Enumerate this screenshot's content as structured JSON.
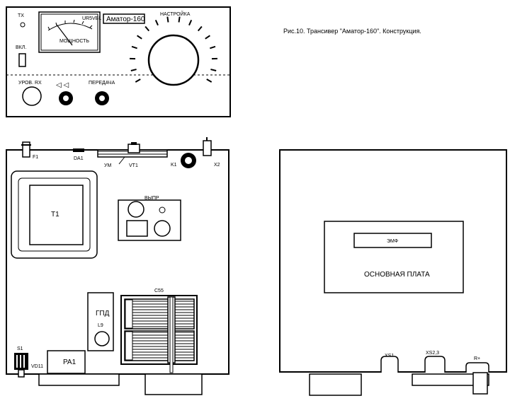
{
  "front_panel": {
    "tx_label": "TX",
    "power_label": "ВКЛ.",
    "meter_label": "МОЩНОСТЬ",
    "meter_unit_label": "UR5VBL",
    "model_badge": "Аматор-160",
    "tuning_label": "НАСТРОЙКА",
    "rx_level_label": "УРОВ. RX",
    "tx_label_knob": "ПЕРЕДАЧА"
  },
  "caption": "Рис.10. Трансивер \"Аматор-160\". Конструкция.",
  "chassis_left": {
    "f1": "F1",
    "da1": "DA1",
    "um": "УМ",
    "vt1": "VT1",
    "k1": "K1",
    "x2": "X2",
    "t1": "T1",
    "vypr": "ВЫПР",
    "c55": "C55",
    "gpd": "ГПД",
    "l9": "L9",
    "s1": "S1",
    "vd11": "VD11",
    "pa1": "PA1"
  },
  "chassis_right": {
    "emf": "ЭМФ",
    "main_board": "ОСНОВНАЯ  ПЛАТА",
    "xs1": "XS1",
    "xs23": "XS2,3",
    "r_plus": "R+"
  }
}
